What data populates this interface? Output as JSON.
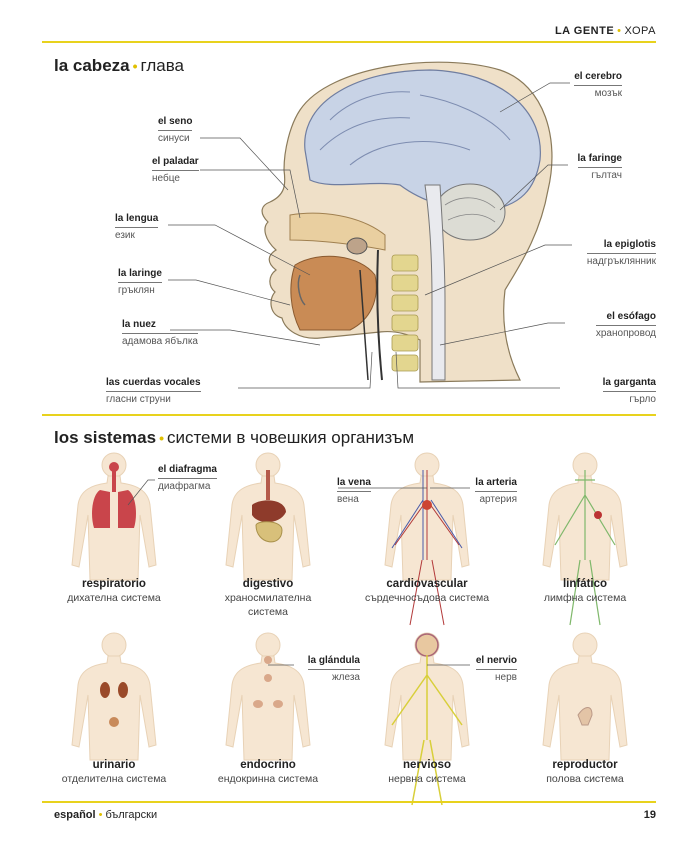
{
  "header": {
    "section_es": "LA GENTE",
    "section_bg": "ХОРА"
  },
  "head": {
    "title_es": "la cabeza",
    "title_bg": "глава",
    "labels": [
      {
        "es": "el seno",
        "bg": "синуси"
      },
      {
        "es": "el paladar",
        "bg": "небце"
      },
      {
        "es": "la lengua",
        "bg": "език"
      },
      {
        "es": "la laringe",
        "bg": "гръклян"
      },
      {
        "es": "la nuez",
        "bg": "адамова ябълка"
      },
      {
        "es": "las cuerdas vocales",
        "bg": "гласни струни"
      },
      {
        "es": "el cerebro",
        "bg": "мозък"
      },
      {
        "es": "la faringe",
        "bg": "гълтач"
      },
      {
        "es": "la epiglotis",
        "bg": "надгръклянник"
      },
      {
        "es": "el esófago",
        "bg": "хранопровод"
      },
      {
        "es": "la garganta",
        "bg": "гърло"
      }
    ]
  },
  "systems": {
    "title_es": "los sistemas",
    "title_bg": "системи в човешкия организъм",
    "items": [
      {
        "es": "respiratorio",
        "bg": "дихателна система"
      },
      {
        "es": "digestivo",
        "bg": "храносмилателна система"
      },
      {
        "es": "cardiovascular",
        "bg": "сърдечносъдова система"
      },
      {
        "es": "linfático",
        "bg": "лимфна система"
      },
      {
        "es": "urinario",
        "bg": "отделителна система"
      },
      {
        "es": "endocrino",
        "bg": "ендокринна система"
      },
      {
        "es": "nervioso",
        "bg": "нервна система"
      },
      {
        "es": "reproductor",
        "bg": "полова система"
      }
    ],
    "callouts": [
      {
        "es": "el diafragma",
        "bg": "диафрагма"
      },
      {
        "es": "la vena",
        "bg": "вена"
      },
      {
        "es": "la arteria",
        "bg": "артерия"
      },
      {
        "es": "la glándula",
        "bg": "жлеза"
      },
      {
        "es": "el nervio",
        "bg": "нерв"
      }
    ]
  },
  "footer": {
    "lang_es": "español",
    "lang_bg": "български",
    "page": "19"
  },
  "colors": {
    "accent": "#e8d21d",
    "skin": "#f3dcc0",
    "lung": "#d2555a",
    "vessel": "#b33a3a",
    "lymph": "#7fb86b",
    "nerve": "#d8cf3a"
  }
}
